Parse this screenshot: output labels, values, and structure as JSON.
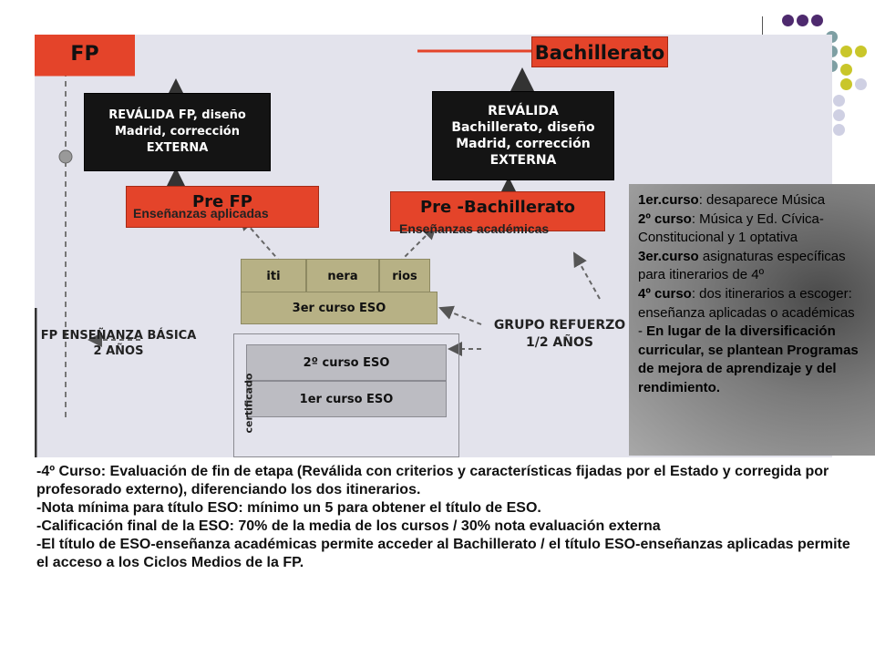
{
  "diagram": {
    "fp_label": "FP",
    "bachillerato_label": "Bachillerato",
    "revalida_fp": [
      "REVÁLIDA FP, diseño",
      "Madrid, corrección",
      "EXTERNA"
    ],
    "revalida_bach": [
      "REVÁLIDA",
      "Bachillerato, diseño",
      "Madrid, corrección",
      "EXTERNA"
    ],
    "pre_fp": "Pre FP",
    "pre_bach": "Pre -Bachillerato",
    "tag_aplicadas": "Enseñanzas  aplicadas",
    "tag_academicas": "Enseñanzas  académicas",
    "itinerarios": [
      "iti",
      "nera",
      "rios"
    ],
    "curso3": "3er curso ESO",
    "curso2": "2º curso ESO",
    "curso1": "1er curso ESO",
    "fp_basica": [
      "FP ENSEÑANZA BÁSICA",
      "2 AÑOS"
    ],
    "grupo_refuerzo": [
      "GRUPO REFUERZO",
      "1/2 AÑOS"
    ],
    "certificado": "certificado"
  },
  "side_panel": {
    "lines": [
      {
        "bold": "1er.curso",
        "text": ": desaparece Música"
      },
      {
        "bold": "2º curso",
        "text": ": Música y Ed. Cívica-Constitucional y 1 optativa"
      },
      {
        "bold": "3er.curso",
        "text": " asignaturas específicas para itinerarios de 4º"
      },
      {
        "bold": "4º curso",
        "text": ": dos itinerarios a escoger: enseñanza aplicadas o académicas"
      },
      {
        "bold": "",
        "text": "- "
      },
      {
        "bold": "En lugar de la diversificación curricular, se plantean Programas de mejora de aprendizaje y del rendimiento.",
        "text": ""
      }
    ]
  },
  "bottom_text": [
    "-4º Curso: Evaluación de fin de etapa (Reválida con criterios y características fijadas por el Estado y corregida por profesorado externo), diferenciando los dos itinerarios.",
    "-Nota mínima para título ESO: mínimo un 5 para obtener el título de ESO.",
    "-Calificación final de la ESO: 70% de la media de los cursos / 30% nota evaluación externa",
    "-El título de ESO-enseñanza académicas permite acceder al Bachillerato / el título ESO-enseñanzas aplicadas permite el acceso a los Ciclos Medios de la FP."
  ],
  "colors": {
    "red_box": "#e4442a",
    "dark_box": "#141414",
    "olive_box": "#b7b185",
    "gray_box": "#bcbcc2",
    "dot_purple": "#4e2a6e",
    "dot_teal": "#7e9fa3",
    "dot_yellow": "#c9c62a",
    "dot_lavender": "#cfd0e3"
  }
}
